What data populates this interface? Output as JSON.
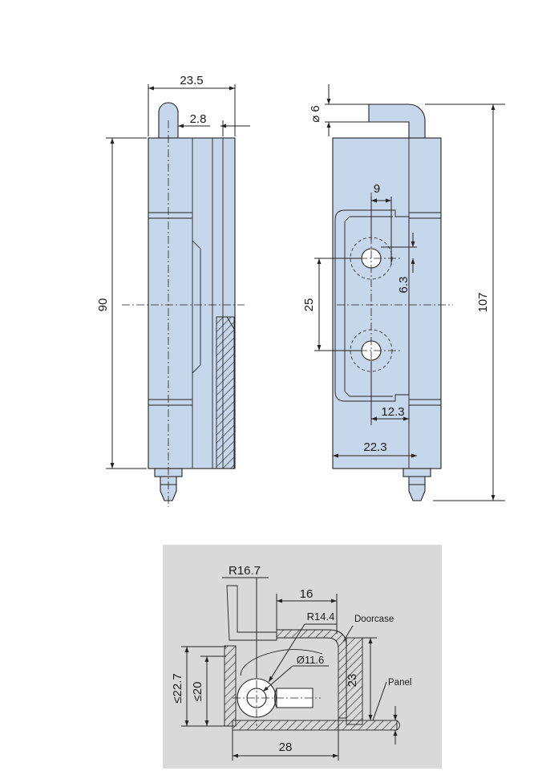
{
  "front_view": {
    "width_dim": "23.5",
    "pin_offset_dim": "2.8",
    "height_dim": "90"
  },
  "side_view": {
    "pin_diameter_dim": "⌀ 6",
    "hole_spacing_x_dim": "9",
    "hole_offset_dim": "6.3",
    "hole_spacing_y_dim": "25",
    "overall_height_dim": "107",
    "hole_to_edge_dim": "12.3",
    "body_width_dim": "22.3"
  },
  "section_view": {
    "radius_outer": "R16.7",
    "flange_length": "16",
    "radius_inner": "R14.4",
    "doorcase_label": "Doorcase",
    "bore_diameter": "Ø11.6",
    "height_227": "≤22.7",
    "height_20": "≤20",
    "height_23": "23",
    "panel_label": "Panel",
    "width_28": "28"
  },
  "colors": {
    "part_fill": "#c6d6eb",
    "panel_background": "#d9d9d9",
    "line": "#222222"
  }
}
